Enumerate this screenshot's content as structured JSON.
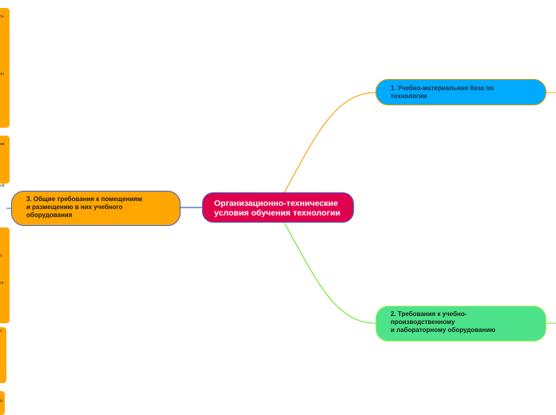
{
  "center": {
    "label": "Организационно-технические\nусловия обучения технологии"
  },
  "branches": [
    {
      "label": "1. Учебно-материальная база по\nтехнологии"
    },
    {
      "label": "2. Требования к учебно-\nпроизводственному\nи лабораторному оборудованию"
    },
    {
      "label": "3. Общие требования к помещениям\nи размещению в них учебного\nоборудования"
    }
  ],
  "left_fragments": [
    "ть",
    "зн",
    "ии",
    "ой",
    "я",
    "от",
    "х",
    "й"
  ],
  "colors": {
    "center_fill": "#e0004d",
    "branch1_fill": "#00aaff",
    "branch2_fill": "#4de38a",
    "branch3_fill": "#ffa600",
    "connector_orange": "#f5a623",
    "connector_green": "#7ae63a",
    "connector_blue": "#3a5fcd"
  }
}
